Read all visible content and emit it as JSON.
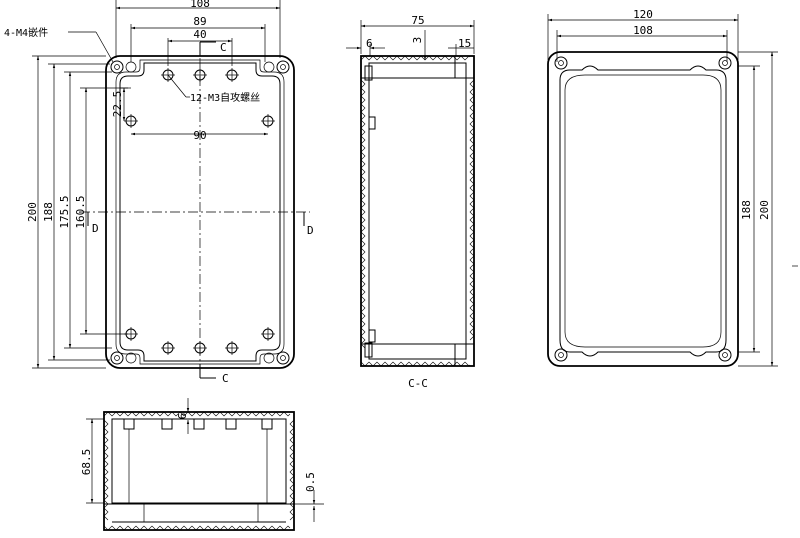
{
  "front_view": {
    "dims": {
      "outer_width": "108",
      "top_hole_span": "89",
      "hole_pitch": "40",
      "inner_hole_span": "90",
      "height_200": "200",
      "height_188": "188",
      "height_175_5": "175.5",
      "height_160_5": "160.5",
      "offset_22_5": "22.5"
    },
    "labels": {
      "insert_note": "4-M4嵌件",
      "screw_note": "12-M3自攻螺丝",
      "section_c_top": "C",
      "section_c_bottom": "C",
      "section_d_left": "D",
      "section_d_right": "D"
    }
  },
  "section_cc": {
    "dims": {
      "width": "75",
      "wall_left": "6",
      "depth_3": "3",
      "wall_right": "15"
    },
    "caption": "C-C"
  },
  "lid_view": {
    "dims": {
      "width_outer": "120",
      "width_inner": "108",
      "height_188": "188",
      "height_200": "200"
    }
  },
  "section_dd": {
    "dims": {
      "height": "68.5",
      "slot": "6",
      "gap": "0.5"
    }
  }
}
